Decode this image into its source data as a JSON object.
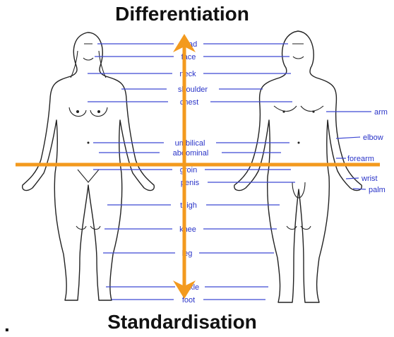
{
  "title_top": "Differentiation",
  "title_bottom": "Standardisation",
  "corner_mark": ".",
  "labels": {
    "head": "head",
    "face": "face",
    "neck": "neck",
    "shoulder": "shoulder",
    "chest": "chest",
    "umbilical": "umbilical",
    "abdominal": "abdominal",
    "groin": "groin",
    "penis": "penis",
    "thigh": "thigh",
    "knee": "knee",
    "leg": "leg",
    "ankle": "ankle",
    "foot": "foot",
    "arm": "arm",
    "elbow": "elbow",
    "forearm": "forearm",
    "wrist": "wrist",
    "palm": "palm"
  },
  "colors": {
    "axis": "#F39A1E",
    "label": "#2A34C8",
    "outline": "#222222"
  }
}
